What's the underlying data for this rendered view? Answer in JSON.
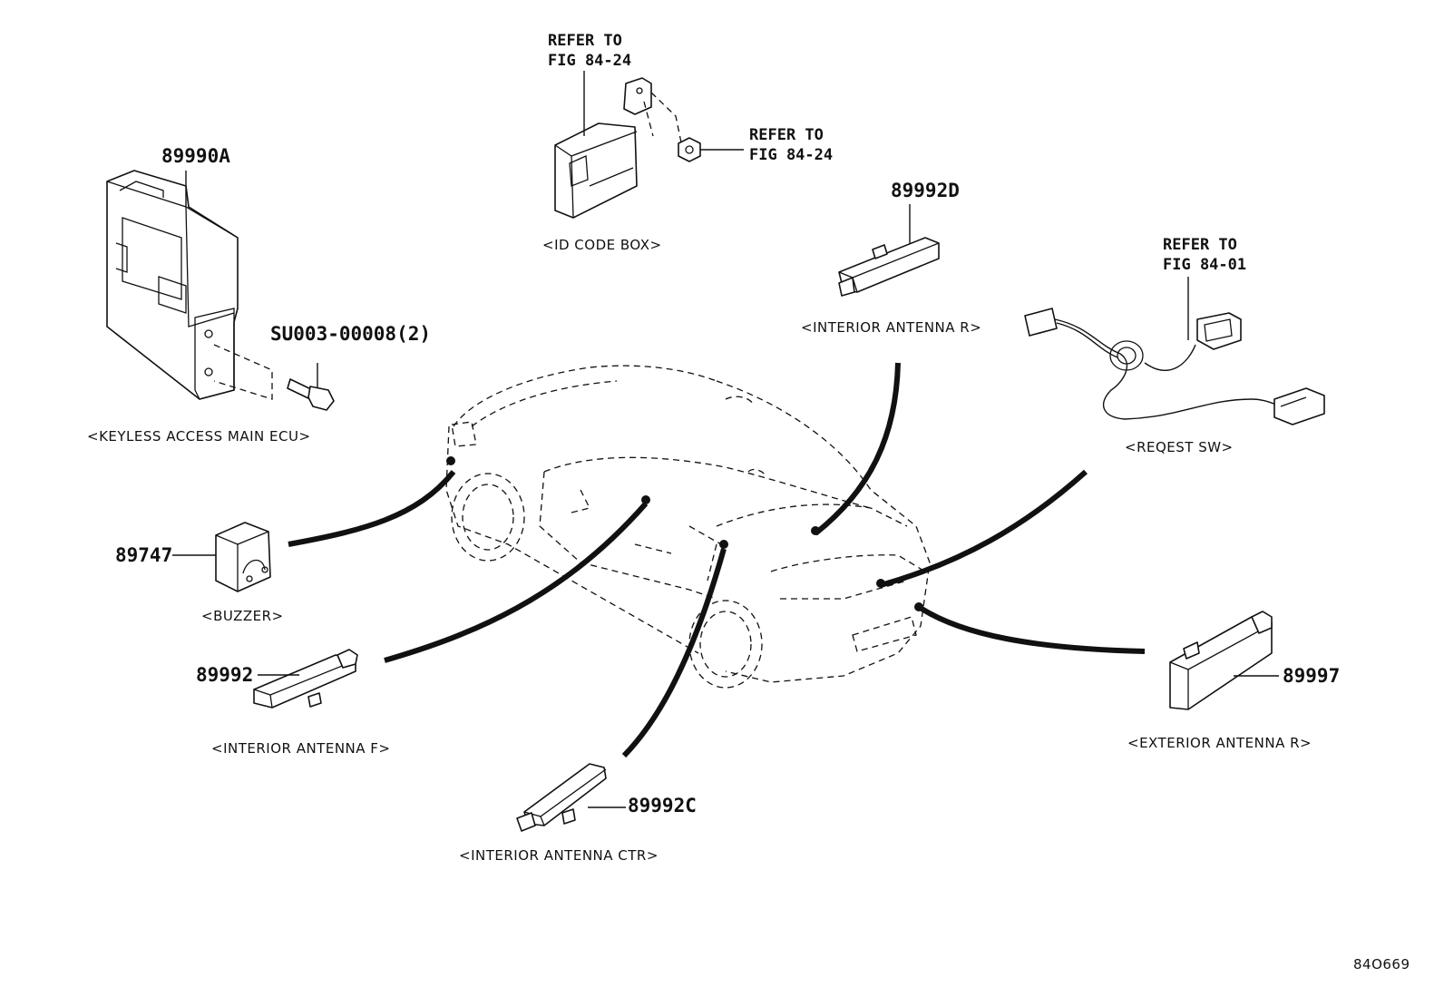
{
  "parts": {
    "keyless_ecu": {
      "number": "89990A",
      "caption": "<KEYLESS ACCESS MAIN ECU>"
    },
    "bolt": {
      "number": "SU003-00008(2)"
    },
    "id_code_box": {
      "caption": "<ID CODE BOX>",
      "ref_line1": "REFER TO",
      "ref_line2": "FIG 84-24"
    },
    "nut_ref": {
      "ref_line1": "REFER TO",
      "ref_line2": "FIG 84-24"
    },
    "interior_antenna_r": {
      "number": "89992D",
      "caption": "<INTERIOR ANTENNA R>"
    },
    "request_sw": {
      "caption": "<REQEST SW>",
      "ref_line1": "REFER TO",
      "ref_line2": "FIG 84-01"
    },
    "buzzer": {
      "number": "89747",
      "caption": "<BUZZER>"
    },
    "interior_antenna_f": {
      "number": "89992",
      "caption": "<INTERIOR ANTENNA F>"
    },
    "interior_antenna_ctr": {
      "number": "89992C",
      "caption": "<INTERIOR ANTENNA CTR>"
    },
    "exterior_antenna_r": {
      "number": "89997",
      "caption": "<EXTERIOR ANTENNA R>"
    }
  },
  "figure_id": "84O669"
}
